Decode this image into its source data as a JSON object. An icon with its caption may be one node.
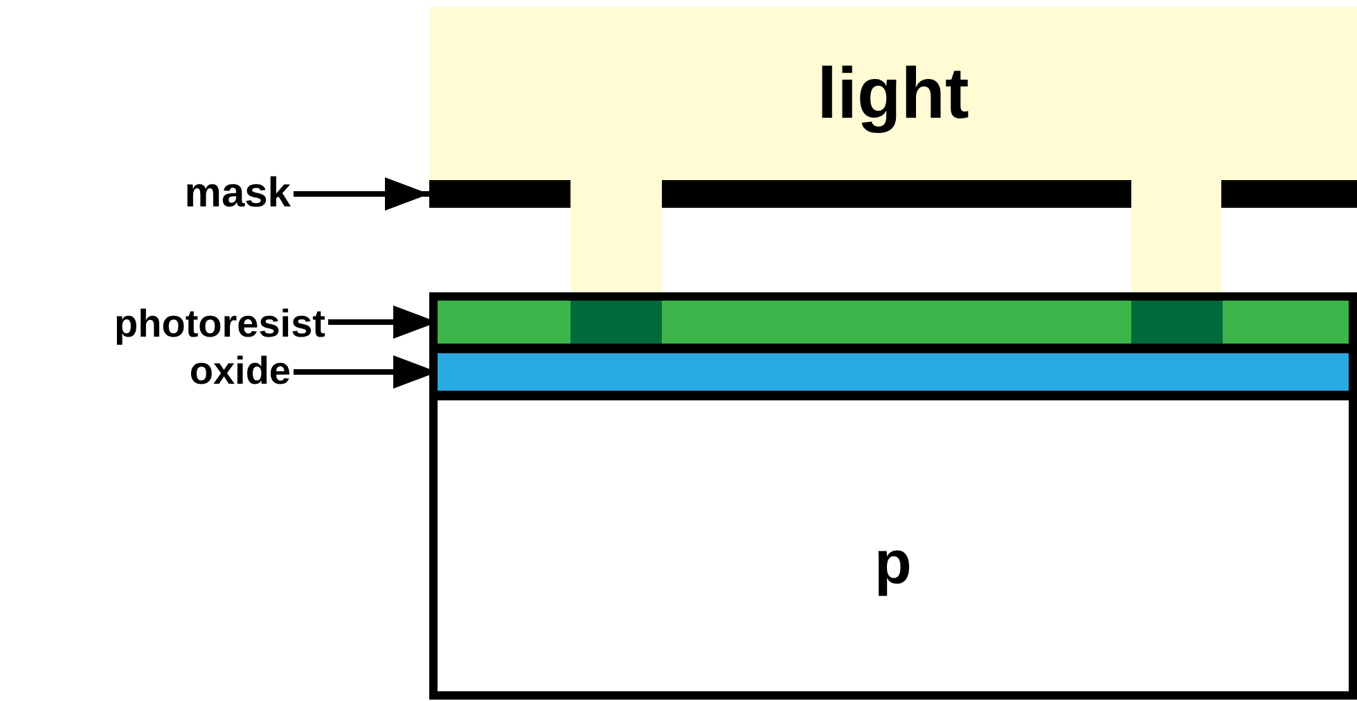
{
  "diagram": {
    "nodes": [
      {
        "text": [
          "light"
        ]
      },
      {
        "text": [
          "mask"
        ]
      },
      {
        "text": [],
        "shape": "bar"
      },
      {
        "text": [],
        "shape": "bar"
      },
      {
        "text": [],
        "shape": "bar"
      },
      {
        "text": [
          "p"
        ]
      },
      {
        "text": [
          "photoresist"
        ]
      },
      {
        "text": [],
        "shape": "bar",
        "in": 5
      },
      {
        "text": [
          "oxide"
        ]
      },
      {
        "text": [],
        "shape": "bar",
        "in": 5
      }
    ],
    "edges": [
      {
        "from": 1,
        "to": 2,
        "arrow": "to"
      },
      {
        "from": 6,
        "to": 7,
        "arrow": "to"
      },
      {
        "from": 8,
        "to": 9,
        "arrow": "to"
      }
    ]
  }
}
